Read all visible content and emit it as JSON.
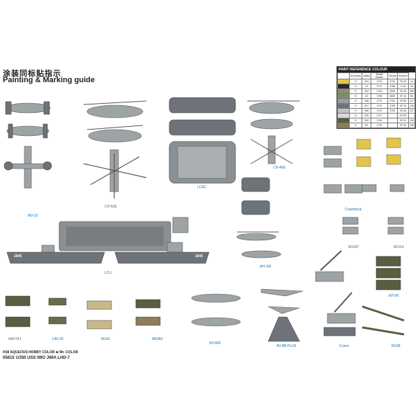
{
  "title_cn": "涂装同标贴指示",
  "title_en": "Painting & Marking guide",
  "ref_table": {
    "header": "PAINT REFERENCE COLOUR",
    "columns": [
      "",
      "Mr.Hobby",
      "Vallejo",
      "Model Master",
      "Tamiya",
      "Humbrol"
    ],
    "rows": [
      {
        "color": "#e3c54a",
        "cells": [
          "H",
          "329",
          "1749",
          "4720",
          "TS-34",
          "24"
        ]
      },
      {
        "color": "#2b2b2b",
        "cells": [
          "H",
          "12",
          "1170",
          "4768",
          "X-18",
          "33"
        ]
      },
      {
        "color": "#8b8f6e",
        "cells": [
          "H",
          "304",
          "1740",
          "2005",
          "XF-62",
          "155"
        ]
      },
      {
        "color": "#7a8f6c",
        "cells": [
          "H",
          "40",
          "1758",
          "4850",
          "XF-13",
          "86"
        ]
      },
      {
        "color": "#9a9da0",
        "cells": [
          "H",
          "338",
          "1773",
          "4751",
          "XF-80",
          "127"
        ]
      },
      {
        "color": "#6f7478",
        "cells": [
          "H",
          "307",
          "1741",
          "4755",
          "XF-19",
          "126"
        ]
      },
      {
        "color": "#bfc2c5",
        "cells": [
          "H",
          "308",
          "1722",
          "4762",
          "XF-66",
          "127"
        ]
      },
      {
        "color": "#d8d9d8",
        "cells": [
          "H",
          "325",
          "1717",
          "",
          "XF-83",
          ""
        ]
      },
      {
        "color": "#5a5e41",
        "cells": [
          "H",
          "330",
          "1746",
          "",
          "XF-51",
          "150"
        ]
      },
      {
        "color": "#8e7c5a",
        "cells": [
          "H",
          "80",
          "1721",
          "",
          "XF-49",
          "155"
        ]
      }
    ]
  },
  "labels": {
    "mv22": "MV-22",
    "ch53e": "CH-53E",
    "lcac": "LCAC",
    "ch46e": "CH-46E",
    "lcu": "LCU",
    "aav7a1": "AAV7A1",
    "lav25": "LAV-25",
    "m1a1": "M1A1",
    "m60a3": "M60A3",
    "sh60f": "SH-60F",
    "av8b": "AV-8B PLUS",
    "crane": "Crane",
    "ah1w": "AH-1W",
    "crashtruck": "Crashtruck",
    "m1097": "M1097",
    "m1114": "M1114",
    "mtvr": "MTVR",
    "m198": "M198"
  },
  "hull_number": "1645",
  "footer": {
    "legend": "H38  AQUEOUS HOBBY COLOR    ⊕ Mr. COLOR",
    "code": "05615   1/350   USS IWO JIMA LHD-7"
  }
}
